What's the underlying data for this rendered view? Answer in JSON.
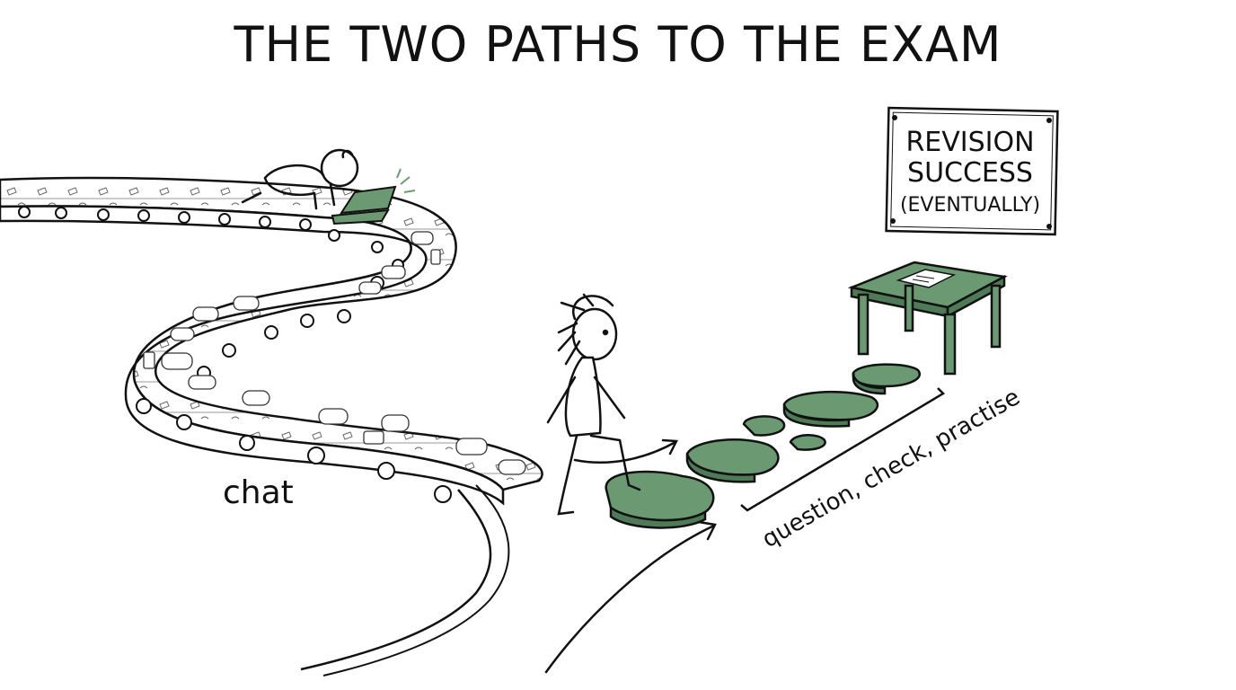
{
  "title": "THE TWO PATHS TO THE EXAM",
  "sign": {
    "line1": "REVISION",
    "line2": "SUCCESS",
    "line3": "(EVENTUALLY)"
  },
  "labels": {
    "chat": "chat",
    "method": "question, check, practise"
  },
  "colors": {
    "ink": "#111111",
    "green": "#6b9a72",
    "green_dark": "#4f7a57",
    "paper": "#ffffff"
  }
}
